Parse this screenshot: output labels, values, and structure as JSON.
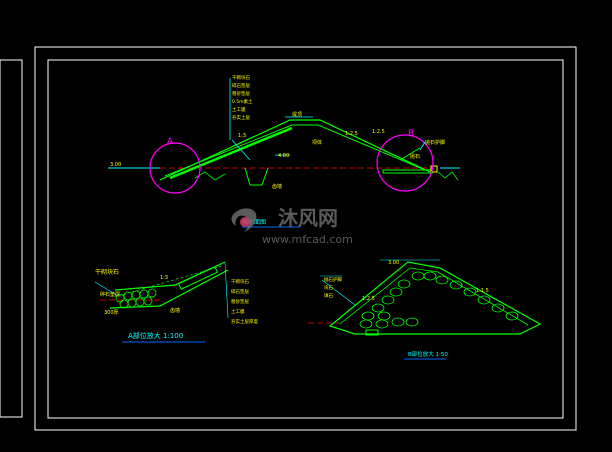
{
  "drawing": {
    "callout_a": "A",
    "callout_b": "B",
    "main_layer_notes": [
      "干砌块石",
      "碎石垫层",
      "粗砂垫层",
      "0.5m素土",
      "土工膜",
      "夯实土层"
    ],
    "slope_left": "1:3",
    "slope_right": "1:2.5",
    "crest_label": "堤顶",
    "slope_label_right": "1:2.5",
    "b_note": "抛石护脚",
    "toe_note_left": "齿墙",
    "toe_note_right": "抛石",
    "dim_left": "3.00",
    "center_note": "坝体",
    "small_note": "4.80",
    "title_main": "横断面图",
    "title_a": "A部位放大 1:100",
    "title_b": "B部位放大 1:50",
    "detail_a_label": "干砌块石",
    "detail_a_sub": "碎石垫层",
    "detail_a_slope": "1:3",
    "detail_a_left": "300厚",
    "detail_a_notes": [
      "干砌块石",
      "碎石垫层",
      "粗砂垫层",
      "土工膜",
      "夯实土层厚度"
    ],
    "detail_a_extra": "齿墙",
    "detail_b_notes": [
      "抛石护脚",
      "块石",
      "填石"
    ],
    "detail_b_top": "3.00",
    "detail_b_slope": "1:2.5",
    "detail_b_right": "1:1.5"
  },
  "watermark": {
    "brand": "沐风网",
    "url": "www.mfcad.com"
  },
  "colors": {
    "border": "#ffffff",
    "structure": "#00ff00",
    "labels": "#00ffff",
    "notes": "#ffff00",
    "callout": "#ff00ff",
    "centerline": "#ff0000",
    "titles": "#0066ff"
  }
}
